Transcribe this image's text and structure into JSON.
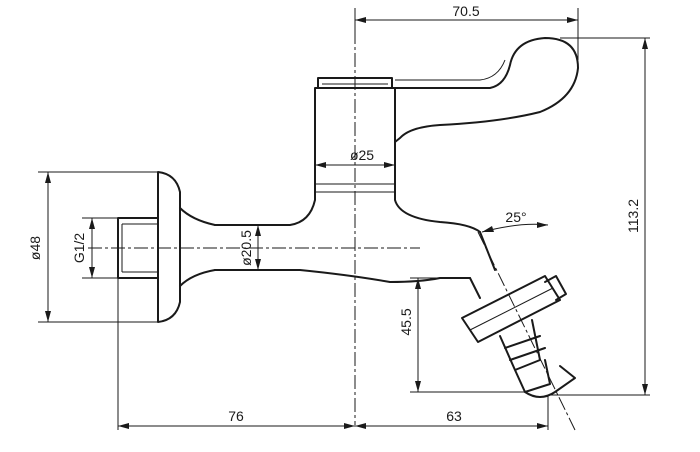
{
  "dimensions": {
    "top_width": "70.5",
    "total_height": "113.2",
    "spindle_diameter": "ø25",
    "angle": "25°",
    "flange_diameter": "ø48",
    "thread": "G1/2",
    "body_diameter": "ø20.5",
    "outlet_height": "45.5",
    "inlet_length": "76",
    "outlet_length": "63"
  }
}
